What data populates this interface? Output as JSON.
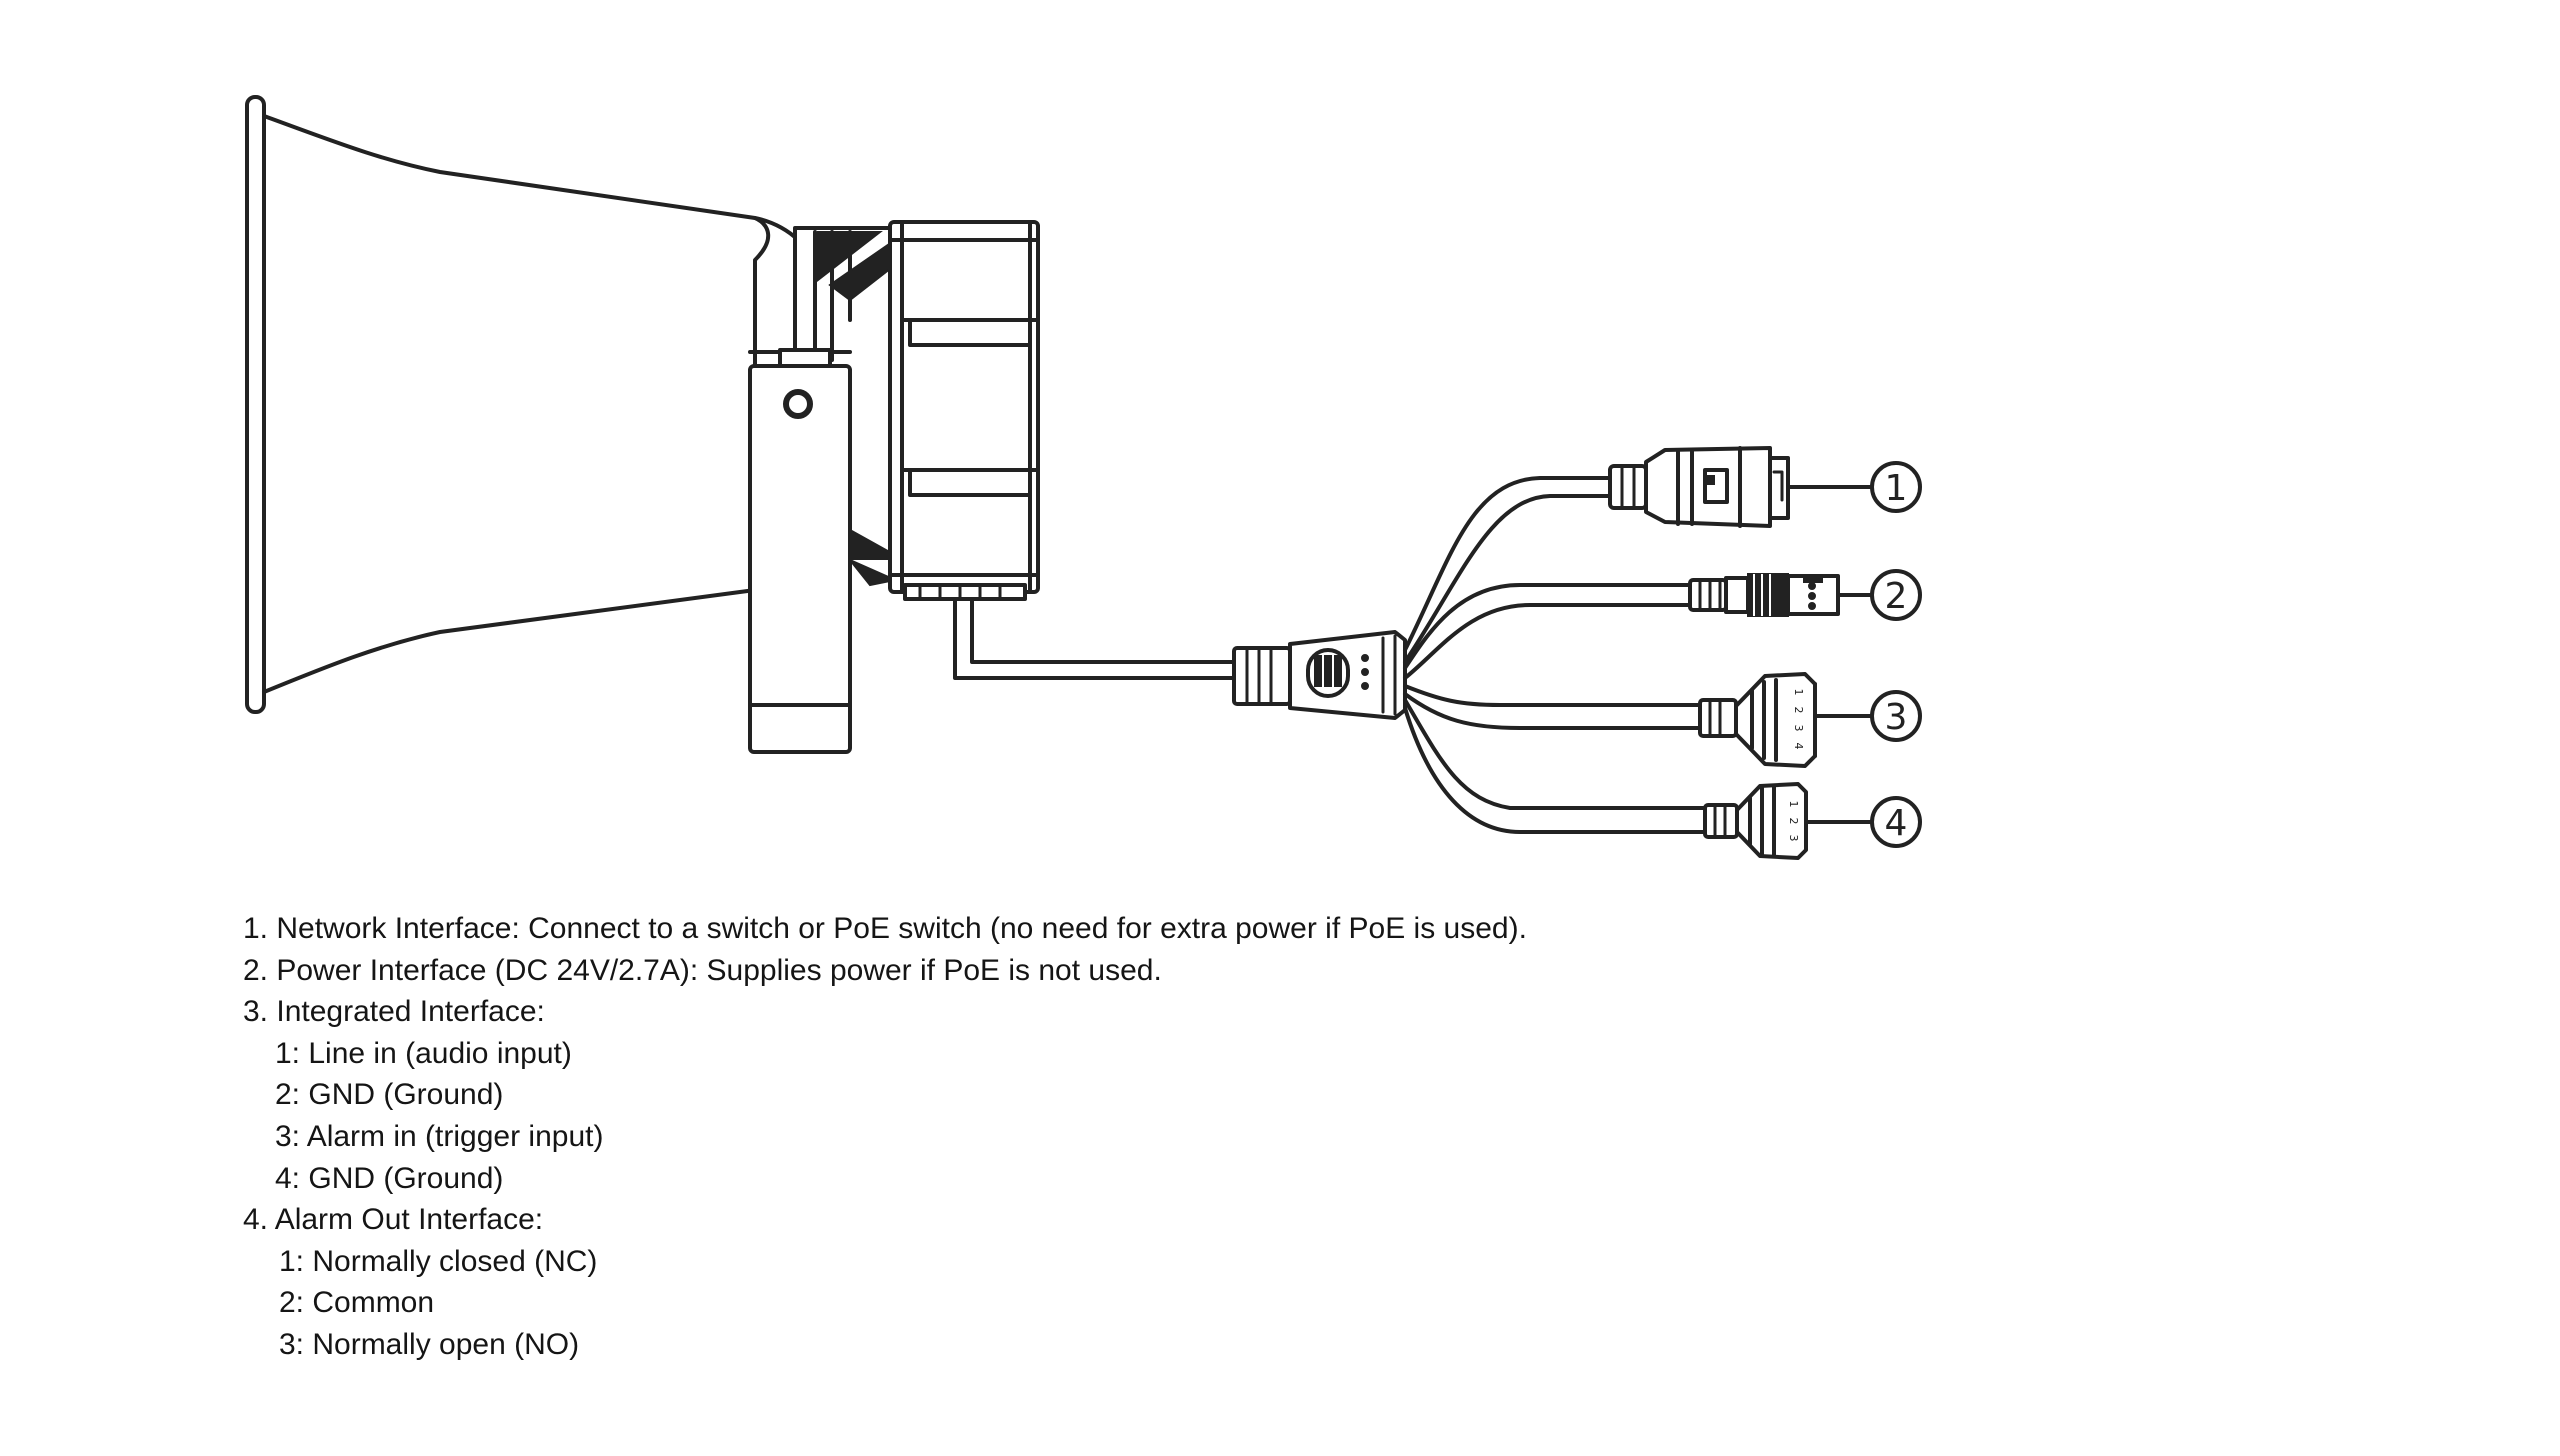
{
  "diagram": {
    "callouts": [
      "①",
      "②",
      "③",
      "④"
    ],
    "integrated_pins": [
      "1",
      "2",
      "3",
      "4"
    ],
    "alarm_pins": [
      "1",
      "2",
      "3"
    ]
  },
  "legend": {
    "items": [
      {
        "text": "1. Network Interface: Connect to a switch or PoE switch (no need for extra power if PoE is used).",
        "sub": []
      },
      {
        "text": "2. Power Interface (DC 24V/2.7A): Supplies power if PoE is not used.",
        "sub": []
      },
      {
        "text": "3. Integrated Interface:",
        "sub": [
          "1: Line in (audio input)",
          "2: GND (Ground)",
          "3: Alarm in (trigger input)",
          "4: GND (Ground)"
        ]
      },
      {
        "text": "4. Alarm Out Interface:",
        "sub": [
          "1: Normally closed (NC)",
          "2: Common",
          "3: Normally open (NO)"
        ]
      }
    ]
  }
}
